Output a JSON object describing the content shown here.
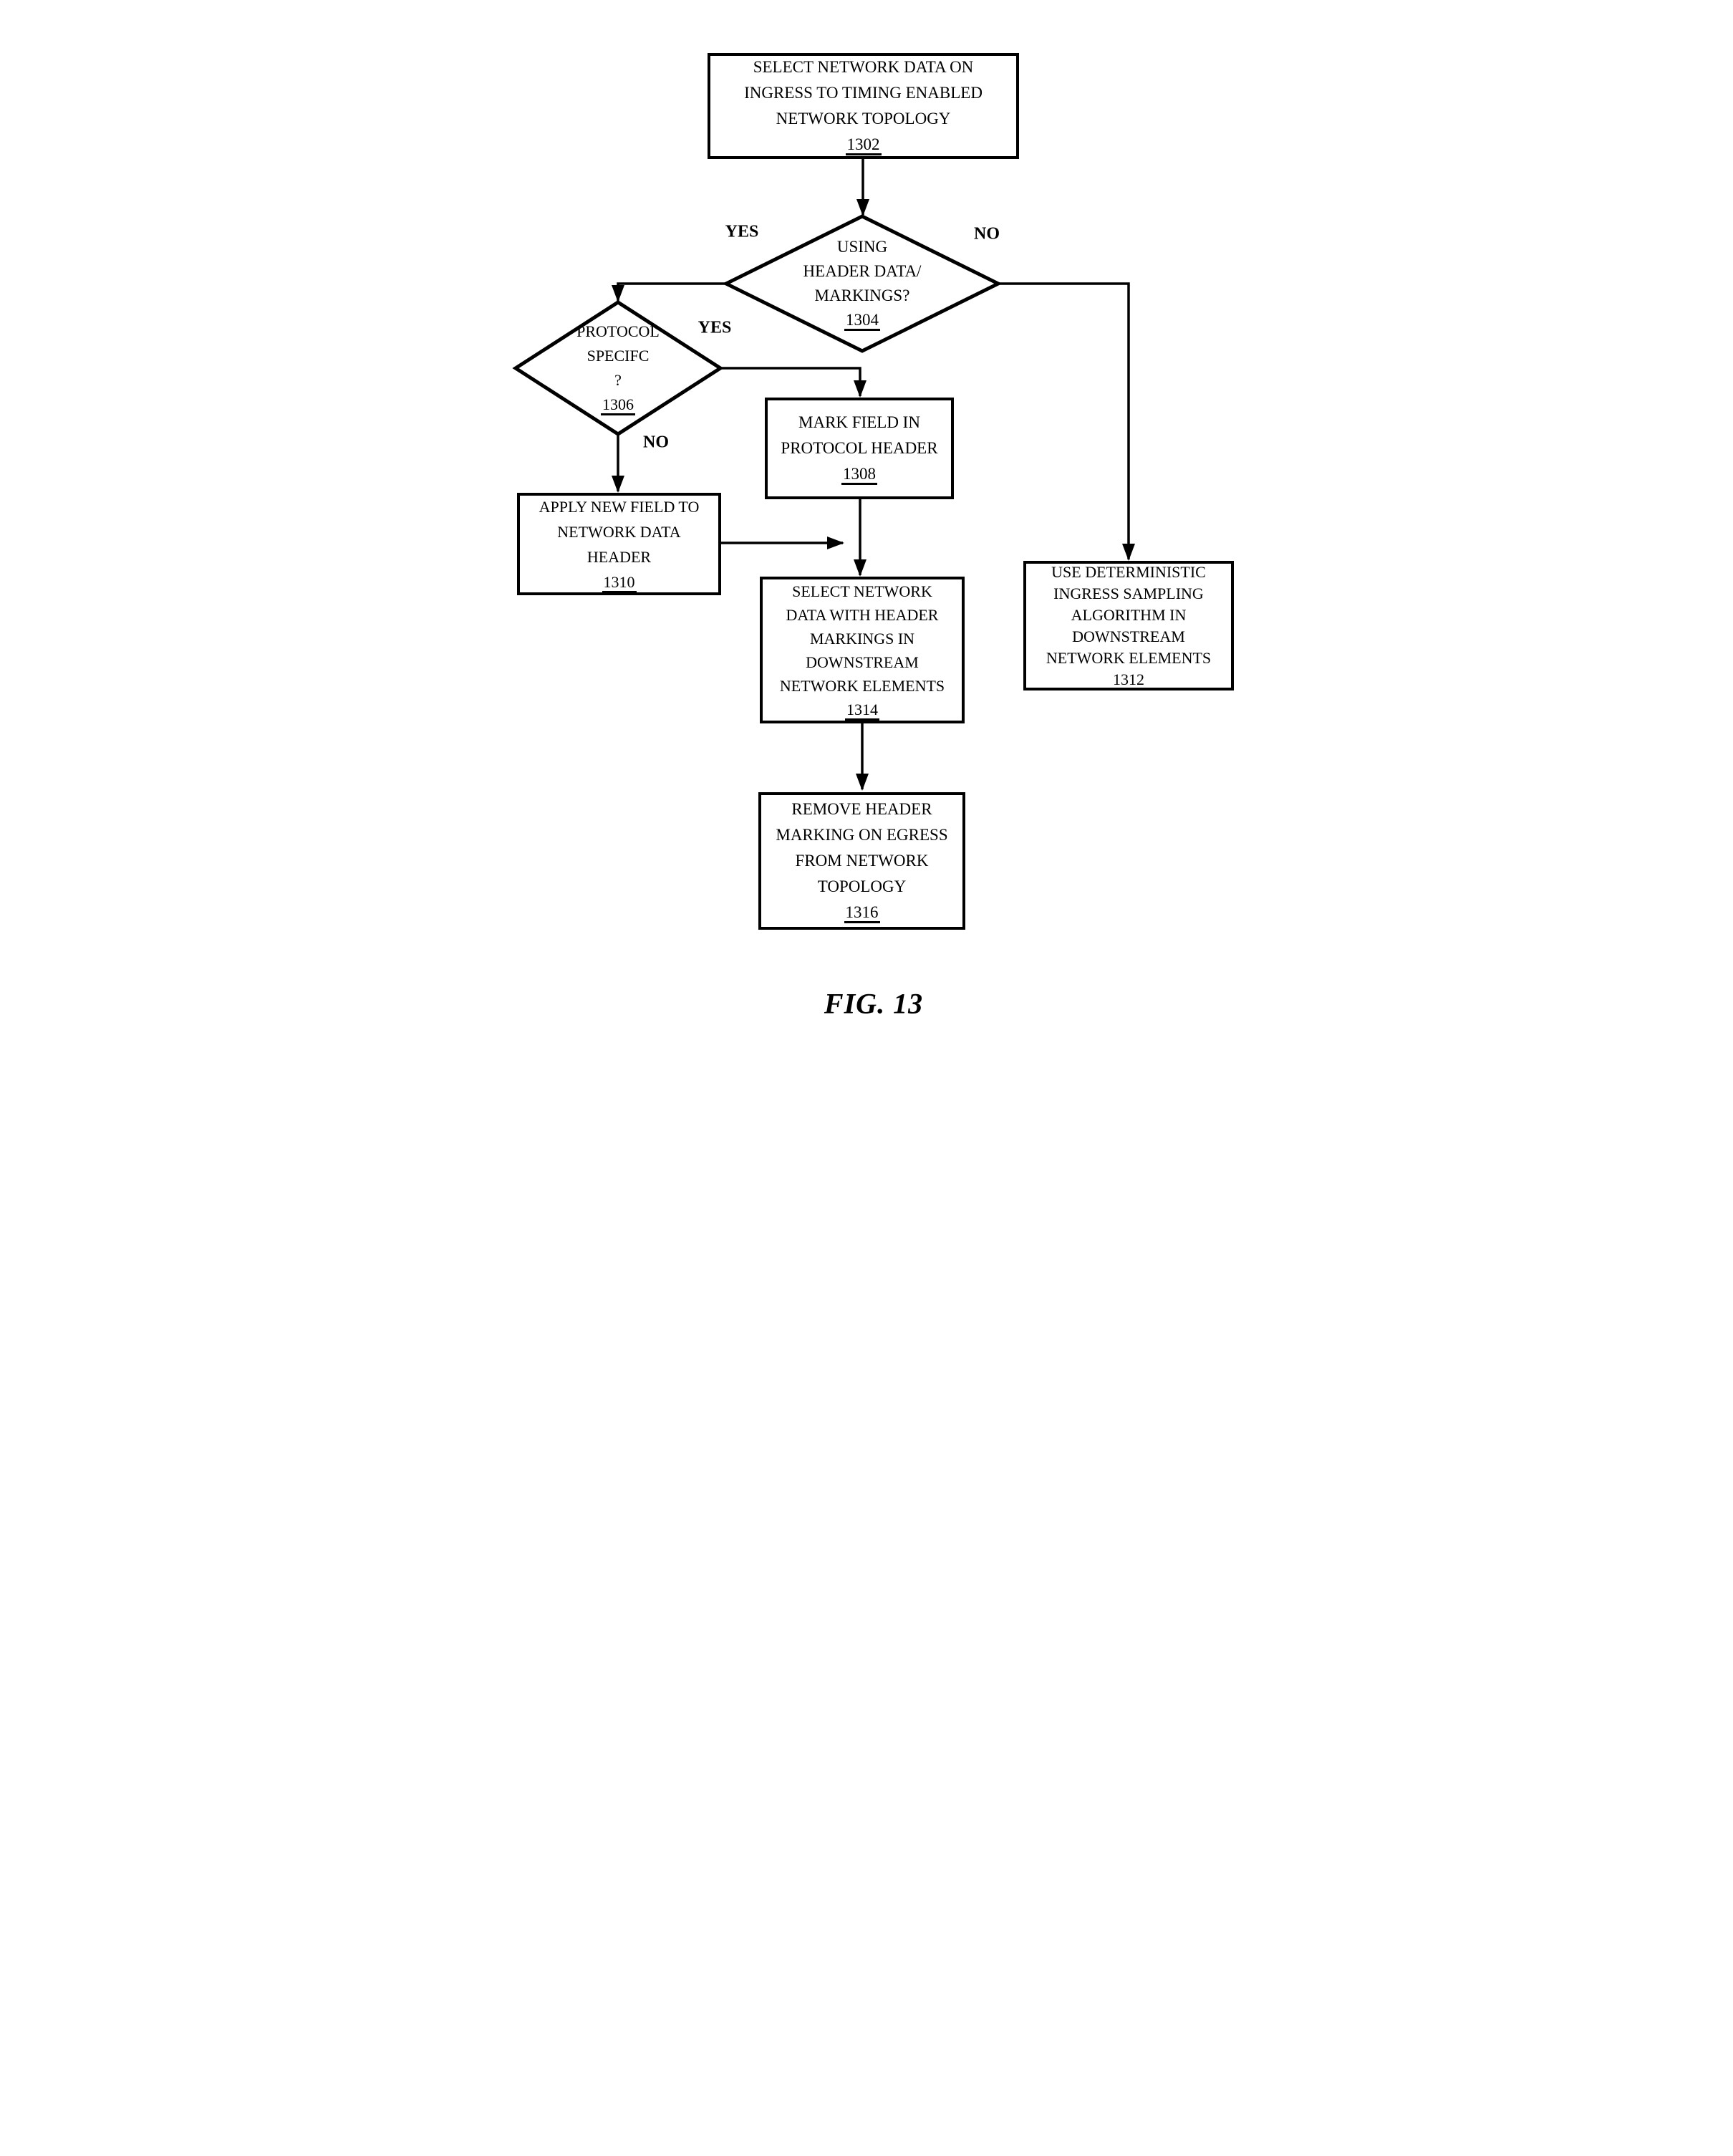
{
  "figure": {
    "caption": "FIG. 13"
  },
  "flowchart": {
    "nodes": [
      {
        "id": "1302",
        "shape": "rect",
        "lines": [
          "SELECT NETWORK DATA ON",
          "INGRESS TO TIMING ENABLED",
          "NETWORK TOPOLOGY"
        ],
        "ref": "1302"
      },
      {
        "id": "1304",
        "shape": "diamond",
        "lines": [
          "USING",
          "HEADER DATA/",
          "MARKINGS?"
        ],
        "ref": "1304"
      },
      {
        "id": "1306",
        "shape": "diamond",
        "lines": [
          "PROTOCOL",
          "SPECIFC",
          "?"
        ],
        "ref": "1306"
      },
      {
        "id": "1308",
        "shape": "rect",
        "lines": [
          "MARK FIELD IN",
          "PROTOCOL HEADER"
        ],
        "ref": "1308"
      },
      {
        "id": "1310",
        "shape": "rect",
        "lines": [
          "APPLY NEW FIELD TO",
          "NETWORK DATA",
          "HEADER"
        ],
        "ref": "1310"
      },
      {
        "id": "1312",
        "shape": "rect",
        "lines": [
          "USE DETERMINISTIC",
          "INGRESS SAMPLING",
          "ALGORITHM IN",
          "DOWNSTREAM",
          "NETWORK ELEMENTS"
        ],
        "ref": "1312"
      },
      {
        "id": "1314",
        "shape": "rect",
        "lines": [
          "SELECT NETWORK",
          "DATA WITH HEADER",
          "MARKINGS IN",
          "DOWNSTREAM",
          "NETWORK ELEMENTS"
        ],
        "ref": "1314"
      },
      {
        "id": "1316",
        "shape": "rect",
        "lines": [
          "REMOVE HEADER",
          "MARKING ON EGRESS",
          "FROM NETWORK",
          "TOPOLOGY"
        ],
        "ref": "1316"
      }
    ],
    "edge_labels": [
      {
        "id": "1304-yes",
        "text": "YES"
      },
      {
        "id": "1304-no",
        "text": "NO"
      },
      {
        "id": "1306-yes",
        "text": "YES"
      },
      {
        "id": "1306-no",
        "text": "NO"
      }
    ],
    "colors": {
      "ink": "#000000",
      "paper": "#ffffff"
    }
  }
}
